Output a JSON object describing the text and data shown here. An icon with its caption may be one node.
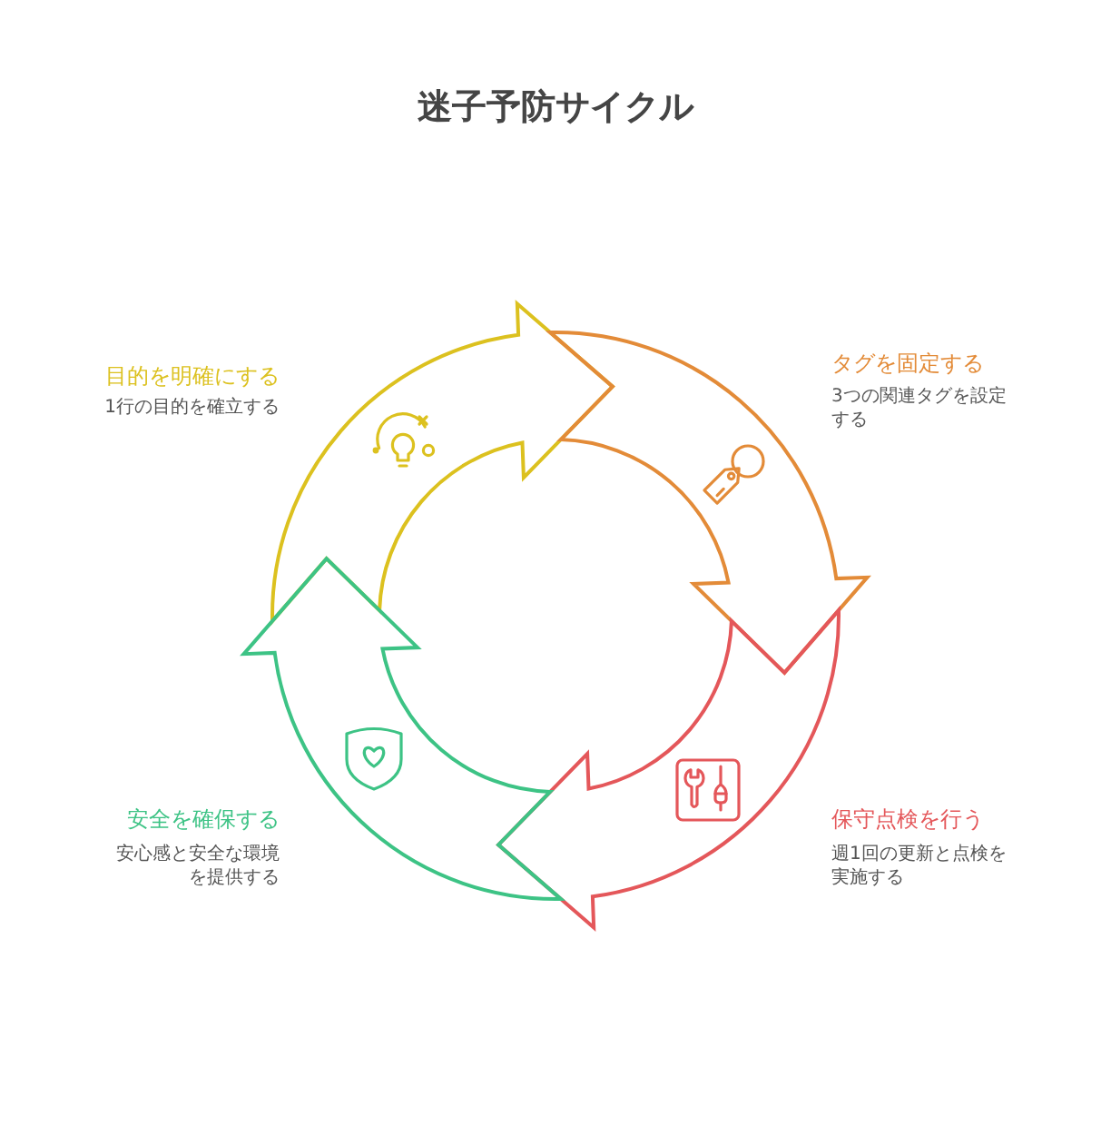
{
  "diagram": {
    "title": "迷子予防サイクル",
    "nodes": [
      {
        "text": [],
        "shape": "arrow",
        "beside": [
          "目的を明確にする",
          "1行の目的を確立する"
        ]
      },
      {
        "text": [],
        "shape": "arrow",
        "beside": [
          "タグを固定する",
          "3つの関連タグを設定する"
        ]
      },
      {
        "text": [],
        "shape": "arrow",
        "beside": [
          "保守点検を行う",
          "週1回の更新と点検を実施する"
        ]
      },
      {
        "text": [],
        "shape": "arrow",
        "beside": [
          "安全を確保する",
          "安心感と安全な環境を提供する"
        ]
      }
    ]
  }
}
